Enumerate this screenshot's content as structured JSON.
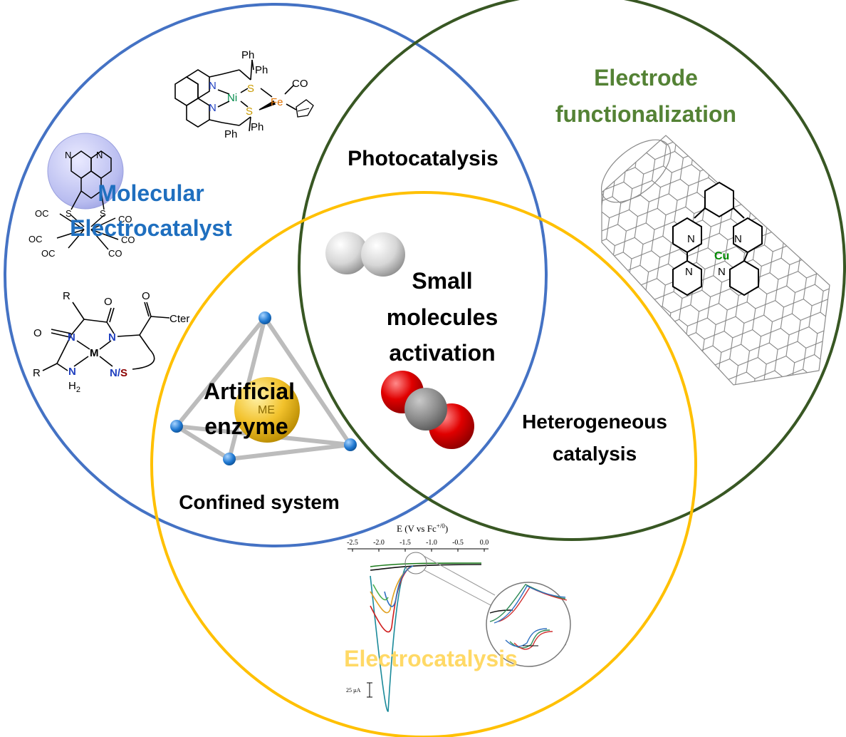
{
  "colors": {
    "molecular": "#1f6fbf",
    "molecular_circle": "#4472c4",
    "electrode": "#548235",
    "electrode_circle": "#385723",
    "electro": "#ffc000",
    "electro_label": "#ffd966",
    "ink": "#000000"
  },
  "labels": {
    "molecular_line1": "Molecular",
    "molecular_line2": "Electrocatalyst",
    "electrode_line1": "Electrode",
    "electrode_line2": "functionalization",
    "photocatalysis": "Photocatalysis",
    "small_line1": "Small",
    "small_line2": "molecules",
    "small_line3": "activation",
    "artificial_line1": "Artificial",
    "artificial_line2": "enzyme",
    "hetero_line1": "Heterogeneous",
    "hetero_line2": "catalysis",
    "confined": "Confined system",
    "electrocatalysis": "Electrocatalysis"
  },
  "molecule_text": {
    "ph": "Ph",
    "co": "CO",
    "oc": "OC",
    "n": "N",
    "s": "S",
    "ni": "Ni",
    "fe": "Fe",
    "cu": "Cu",
    "r": "R",
    "o": "O",
    "m": "M",
    "h2": "H",
    "h2_sub": "2",
    "ns_n": "N",
    "ns_slash": "/",
    "ns_s": "S",
    "cter": "Cter",
    "me": "ME"
  },
  "cv": {
    "axis_title": "E (V vs Fc",
    "axis_sup": "+/0",
    "axis_close": ")",
    "ticks": [
      "-2.5",
      "-2.0",
      "-1.5",
      "-1.0",
      "-0.5",
      "0.0"
    ],
    "scale_label": "25 µA"
  }
}
